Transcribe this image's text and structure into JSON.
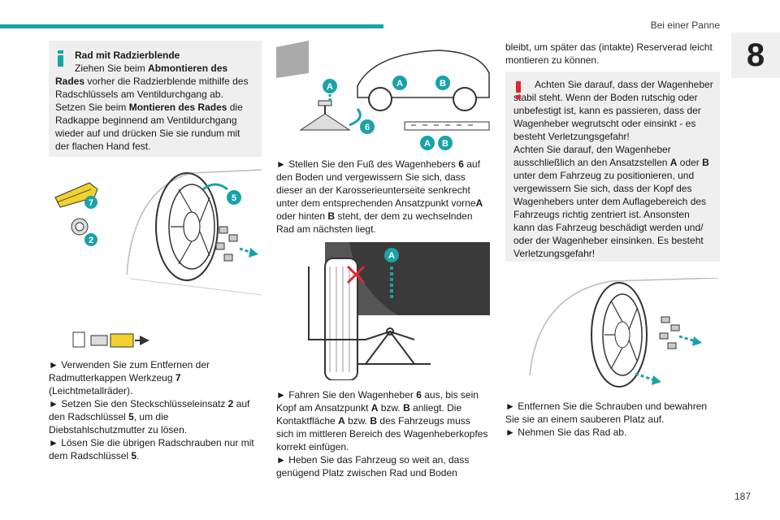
{
  "header": {
    "title": "Bei einer Panne",
    "chapter": "8",
    "page": "187"
  },
  "col1": {
    "info": {
      "title": "Rad mit Radzierblende",
      "l1": "Ziehen Sie beim ",
      "l1b": "Abmontieren des Rades",
      "l1c": " vorher die Radzierblende mithilfe des Radschlüssels am Ventildurchgang ab.",
      "l2": "Setzen Sie beim ",
      "l2b": "Montieren des Rades",
      "l2c": " die Radkappe beginnend am Ventildurchgang wieder auf und drücken Sie sie rundum mit der flachen Hand fest."
    },
    "fig_labels": {
      "a": "7",
      "b": "5",
      "c": "2"
    },
    "s1": "► Verwenden Sie zum Entfernen der Radmutterkappen Werkzeug ",
    "s1b": "7",
    "s1c": " (Leichtmetallräder).",
    "s2": "► Setzen Sie den Steckschlüsseleinsatz ",
    "s2b": "2",
    "s2c": " auf den Radschlüssel ",
    "s2d": "5",
    "s2e": ", um die Diebstahlschutzmutter zu lösen.",
    "s3": "► Lösen Sie die übrigen Radschrauben nur mit dem Radschlüssel ",
    "s3b": "5",
    "s3c": "."
  },
  "col2": {
    "fig_labels": {
      "a": "A",
      "b": "B",
      "n": "6"
    },
    "s1": "► Stellen Sie den Fuß des Wagenhebers ",
    "s1b": "6",
    "s1c": " auf den Boden und vergewissern Sie sich, dass dieser an der Karosserieunterseite senkrecht unter dem entsprechenden Ansatzpunkt vorne",
    "s1d": "A",
    "s1e": " oder hinten ",
    "s1f": "B",
    "s1g": " steht, der dem zu wechselnden Rad am nächsten liegt.",
    "s2": "► Fahren Sie den Wagenheber ",
    "s2b": "6",
    "s2c": " aus, bis sein Kopf am Ansatzpunkt ",
    "s2d": "A",
    "s2e": " bzw. ",
    "s2f": "B",
    "s2g": " anliegt. Die Kontaktfläche ",
    "s2h": "A",
    "s2i": " bzw. ",
    "s2j": "B",
    "s2k": " des Fahrzeugs muss sich im mittleren Bereich des Wagenheberkopfes korrekt einfügen.",
    "s3": "► Heben Sie das Fahrzeug so weit an, dass genügend Platz zwischen Rad und Boden"
  },
  "col3": {
    "cont": "bleibt, um später das (intakte) Reserverad leicht montieren zu können.",
    "warn": {
      "l1": "Achten Sie darauf, dass der Wagenheber stabil steht. Wenn der Boden rutschig oder unbefestigt ist, kann es passieren, dass der Wagenheber wegrutscht oder einsinkt - es besteht Verletzungsgefahr!",
      "l2": "Achten Sie darauf, den Wagenheber ausschließlich an den Ansatzstellen ",
      "l2b": "A",
      "l2c": " oder ",
      "l2d": "B",
      "l2e": " unter dem Fahrzeug zu positionieren, und vergewissern Sie sich, dass der Kopf des Wagenhebers unter dem Auflagebereich des Fahrzeugs richtig zentriert ist. Ansonsten kann das Fahrzeug beschädigt werden und/ oder der Wagenheber einsinken. Es besteht Verletzungsgefahr!"
    },
    "s1": "► Entfernen Sie die Schrauben und bewahren Sie sie an einem sauberen Platz auf.",
    "s2": "► Nehmen Sie das Rad ab."
  },
  "colors": {
    "accent": "#19a3a8",
    "warning": "#e3262f",
    "box": "#efefef"
  }
}
